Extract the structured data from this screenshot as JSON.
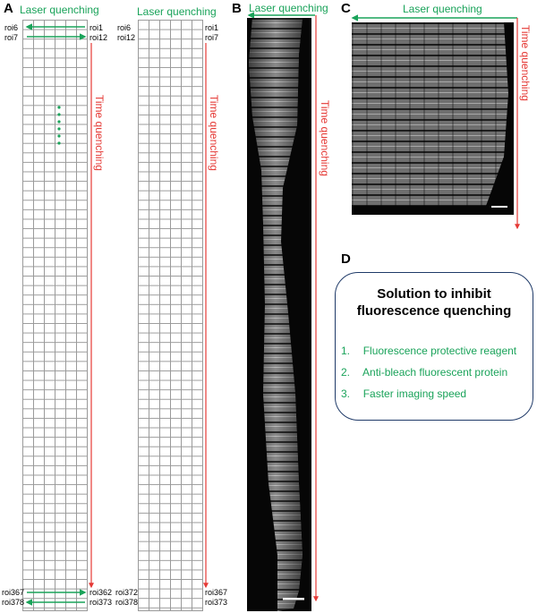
{
  "panels": {
    "A": {
      "letter": "A",
      "grid1": {
        "laser_label": "Laser quenching",
        "roi_top_left": [
          "roi6",
          "roi7"
        ],
        "roi_top_right": [
          "roi1",
          "roi12"
        ],
        "roi_bottom_left": [
          "roi367",
          "roi378"
        ],
        "roi_bottom_right": [
          "roi362",
          "roi373"
        ],
        "time_label": "Time quenching"
      },
      "grid2": {
        "laser_label": "Laser quenching",
        "roi_top_left": [
          "roi6",
          "roi12"
        ],
        "roi_top_right": [
          "roi1",
          "roi7"
        ],
        "roi_bottom_left": [
          "roi372",
          "roi378"
        ],
        "roi_bottom_right": [
          "roi367",
          "roi373"
        ],
        "time_label": "Time quenching"
      }
    },
    "B": {
      "letter": "B",
      "laser_label": "Laser quenching",
      "time_label": "Time quenching"
    },
    "C": {
      "letter": "C",
      "laser_label": "Laser quenching",
      "time_label": "Time quenching"
    },
    "D": {
      "letter": "D",
      "title_line1": "Solution  to inhibit",
      "title_line2": "fluorescence quenching",
      "items": [
        {
          "num": "1.",
          "text": "Fluorescence protective reagent"
        },
        {
          "num": "2.",
          "text": "Anti-bleach fluorescent protein"
        },
        {
          "num": "3.",
          "text": "Faster imaging speed"
        }
      ]
    }
  },
  "colors": {
    "green": "#1aa35a",
    "red": "#e53935",
    "box_border": "#1f3a68",
    "grid_line": "#9a9a9a"
  }
}
